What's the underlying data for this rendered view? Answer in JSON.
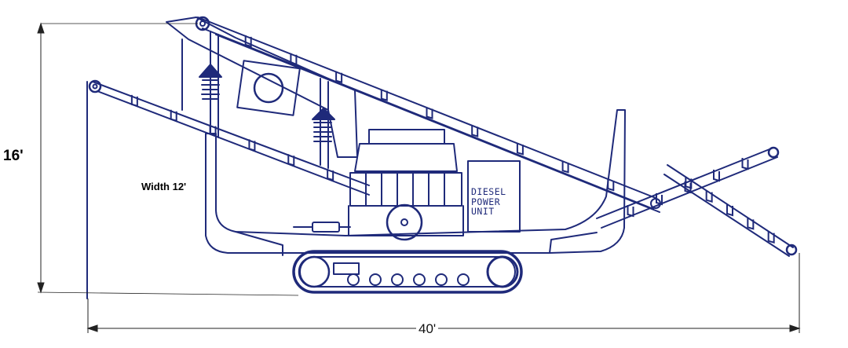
{
  "dimensions": {
    "height": "16'",
    "width": "Width 12'",
    "length": "40'"
  },
  "power_unit": {
    "lines": [
      "DIESEL",
      "POWER",
      "UNIT"
    ]
  },
  "colors": {
    "line": "#1f2a7a",
    "dimension": "#222222",
    "background": "#ffffff"
  }
}
